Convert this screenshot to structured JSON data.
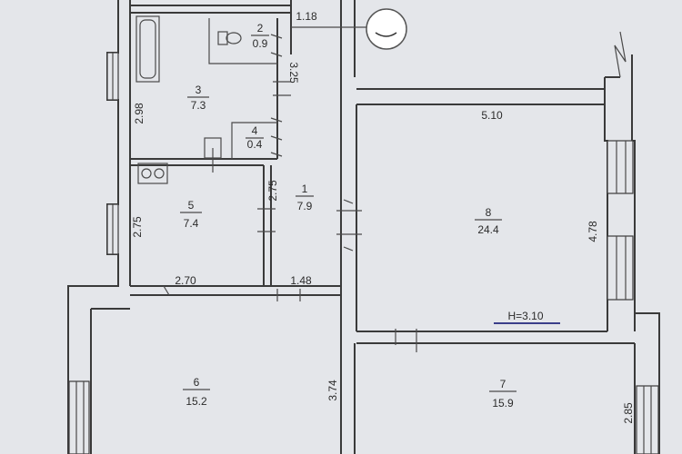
{
  "rooms": [
    {
      "number": "2",
      "area": "0.9"
    },
    {
      "number": "3",
      "area": "7.3"
    },
    {
      "number": "4",
      "area": "0.4"
    },
    {
      "number": "5",
      "area": "7.4"
    },
    {
      "number": "1",
      "area": "7.9"
    },
    {
      "number": "8",
      "area": "24.4"
    },
    {
      "number": "6",
      "area": "15.2"
    },
    {
      "number": "7",
      "area": "15.9"
    }
  ],
  "dimensions": {
    "d118": "1.18",
    "d325": "3.25",
    "d298": "2.98",
    "d275a": "2.75",
    "d275b": "2.75",
    "d270": "2.70",
    "d148": "1.48",
    "d510": "5.10",
    "d478": "4.78",
    "d374": "3.74",
    "d285": "2.85"
  },
  "ceiling_height": "H=3.10"
}
